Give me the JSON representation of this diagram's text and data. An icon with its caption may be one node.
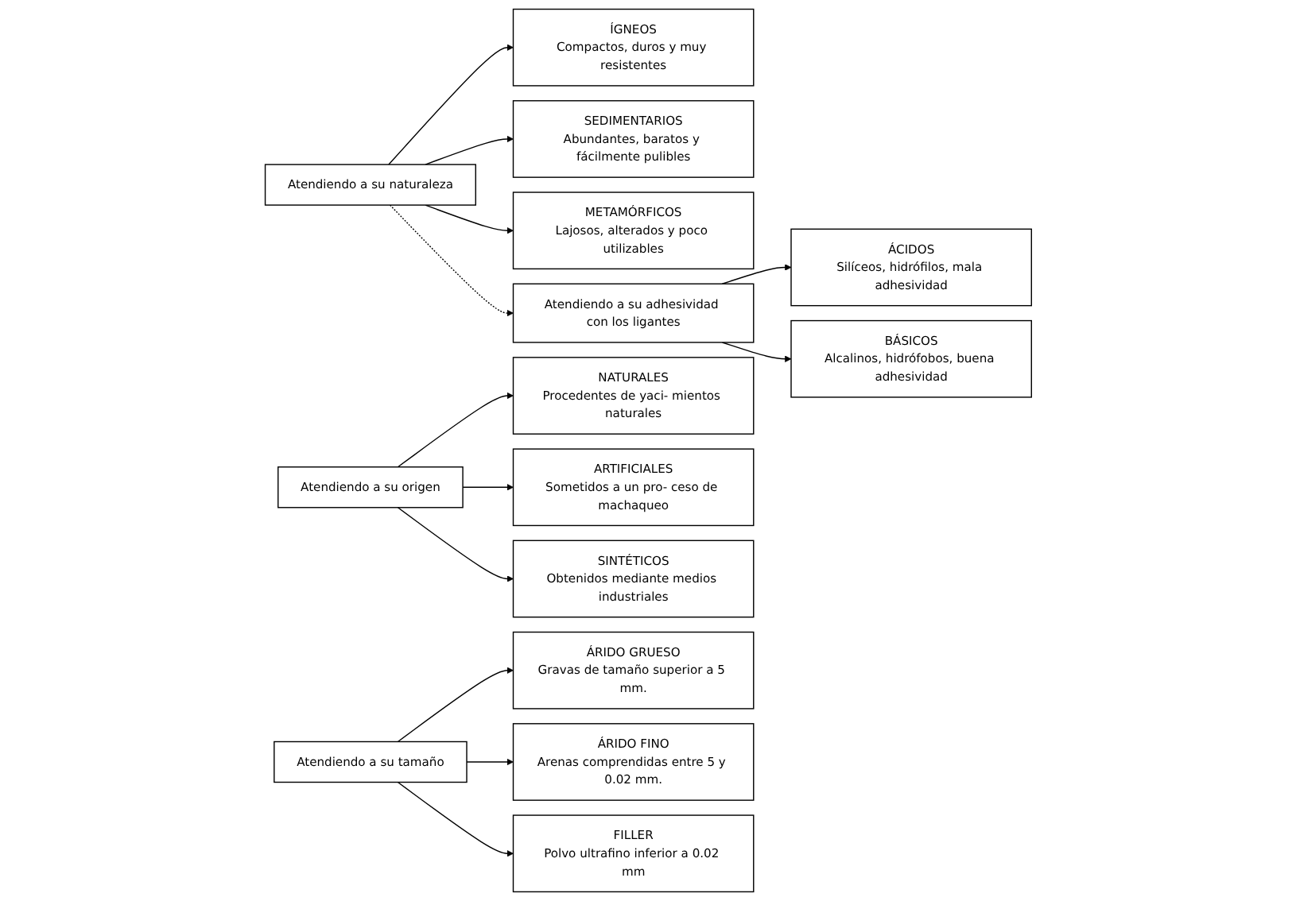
{
  "diagram": {
    "nodes": [
      {
        "text": [
          "Atendiendo a su naturaleza"
        ]
      },
      {
        "text": [
          "ÍGNEOS",
          "Compactos, duros y muy resistentes"
        ]
      },
      {
        "text": [
          "SEDIMENTARIOS",
          "Abundantes, baratos y fácilmente pulibles"
        ]
      },
      {
        "text": [
          "METAMÓRFICOS",
          "Lajosos, alterados y poco utilizables"
        ]
      },
      {
        "text": [
          "Atendiendo a su origen"
        ]
      },
      {
        "text": [
          "NATURALES",
          "Procedentes de yaci- mientos naturales"
        ]
      },
      {
        "text": [
          "ARTIFICIALES",
          "Sometidos a un pro- ceso de machaqueo"
        ]
      },
      {
        "text": [
          "SINTÉTICOS",
          "Obtenidos mediante medios industriales"
        ]
      },
      {
        "text": [
          "Atendiendo a su tamaño"
        ]
      },
      {
        "text": [
          "ÁRIDO GRUESO",
          "Gravas de tamaño superior a 5 mm."
        ]
      },
      {
        "text": [
          "ÁRIDO FINO",
          "Arenas comprendidas entre 5 y 0.02 mm."
        ]
      },
      {
        "text": [
          "FILLER",
          "Polvo ultrafino inferior a 0.02 mm"
        ]
      },
      {
        "text": [
          "Atendiendo a su adhesividad con los ligantes"
        ]
      },
      {
        "text": [
          "ÁCIDOS",
          "Silíceos, hidrófilos, mala adhesividad"
        ]
      },
      {
        "text": [
          "BÁSICOS",
          "Alcalinos, hidrófobos, buena adhesividad"
        ]
      }
    ],
    "edges": [
      {
        "from": 0,
        "to": 1,
        "arrow": "to"
      },
      {
        "from": 0,
        "to": 2,
        "arrow": "to"
      },
      {
        "from": 0,
        "to": 3,
        "arrow": "to"
      },
      {
        "from": 0,
        "to": 12,
        "arrow": "to",
        "style": "dashed"
      },
      {
        "from": 4,
        "to": 5,
        "arrow": "to"
      },
      {
        "from": 4,
        "to": 6,
        "arrow": "to"
      },
      {
        "from": 4,
        "to": 7,
        "arrow": "to"
      },
      {
        "from": 8,
        "to": 9,
        "arrow": "to"
      },
      {
        "from": 8,
        "to": 10,
        "arrow": "to"
      },
      {
        "from": 8,
        "to": 11,
        "arrow": "to"
      },
      {
        "from": 12,
        "to": 13,
        "arrow": "to"
      },
      {
        "from": 12,
        "to": 14,
        "arrow": "to"
      }
    ]
  }
}
